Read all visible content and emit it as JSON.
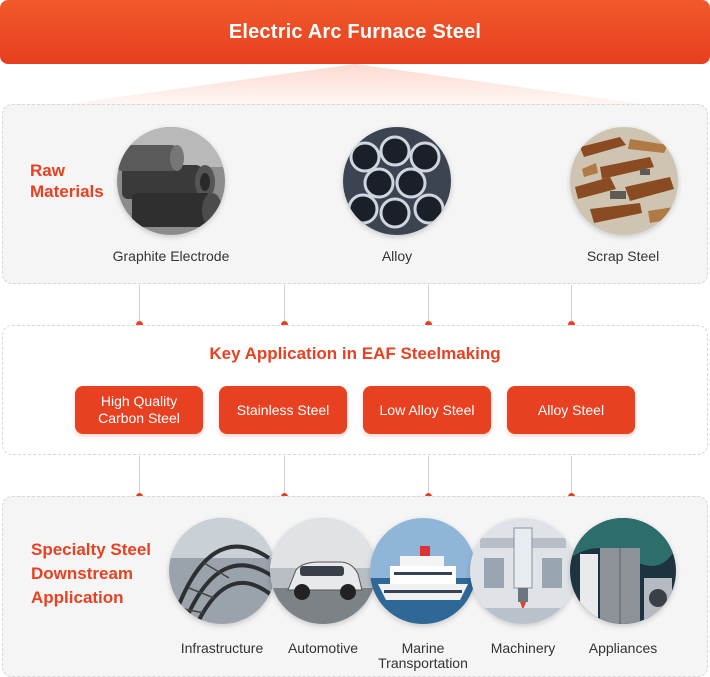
{
  "title": "Electric Arc Furnace Steel",
  "raw_materials": {
    "title": "Raw\nMaterials",
    "items": [
      {
        "label": "Graphite Electrode",
        "icon": "graphite-electrode-photo"
      },
      {
        "label": "Alloy",
        "icon": "alloy-pipes-photo"
      },
      {
        "label": "Scrap Steel",
        "icon": "scrap-steel-photo"
      }
    ]
  },
  "key_application": {
    "title": "Key Application in EAF Steelmaking",
    "items": [
      {
        "label": "High Quality\nCarbon Steel"
      },
      {
        "label": "Stainless Steel"
      },
      {
        "label": "Low Alloy Steel"
      },
      {
        "label": "Alloy Steel"
      }
    ]
  },
  "downstream": {
    "title": "Specialty Steel\nDownstream\nApplication",
    "items": [
      {
        "label": "Infrastructure",
        "icon": "infrastructure-photo"
      },
      {
        "label": "Automotive",
        "icon": "automotive-photo"
      },
      {
        "label": "Marine\nTransportation",
        "icon": "marine-photo"
      },
      {
        "label": "Machinery",
        "icon": "machinery-photo"
      },
      {
        "label": "Appliances",
        "icon": "appliances-photo"
      }
    ]
  },
  "colors": {
    "accent": "#e84121",
    "panel_bg": "#f5f5f5",
    "text": "#333333"
  }
}
